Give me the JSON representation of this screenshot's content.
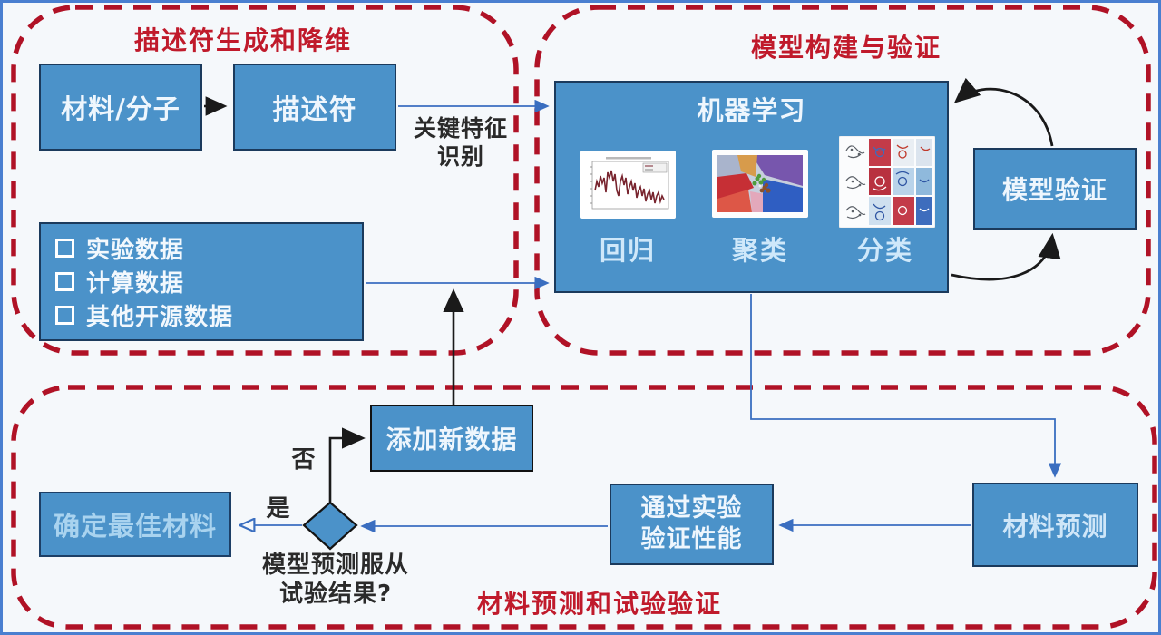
{
  "colors": {
    "box_fill": "#4b92c9",
    "box_border": "#1b3a5c",
    "dashed_border_red": "#b01226",
    "panel_title_red": "#c01a2b",
    "connector_blue": "#3a6ec0",
    "connector_black": "#1a1a1a",
    "frame_blue": "#4a7fd0",
    "background": "#f5f8fb"
  },
  "panels": {
    "descriptor": {
      "title": "描述符生成和降维"
    },
    "model": {
      "title": "模型构建与验证"
    },
    "experiment": {
      "title": "材料预测和试验验证"
    }
  },
  "nodes": {
    "material": {
      "label": "材料/分子"
    },
    "descriptor": {
      "label": "描述符"
    },
    "datasets": {
      "items": [
        {
          "label": "实验数据"
        },
        {
          "label": "计算数据"
        },
        {
          "label": "其他开源数据"
        }
      ]
    },
    "ml": {
      "title": "机器学习",
      "methods": [
        {
          "label": "回归"
        },
        {
          "label": "聚类"
        },
        {
          "label": "分类"
        }
      ]
    },
    "model_validation": {
      "label": "模型验证"
    },
    "add_new_data": {
      "label": "添加新数据"
    },
    "best_material": {
      "label": "确定最佳材料"
    },
    "experimental_verify": {
      "line1": "通过实验",
      "line2": "验证性能"
    },
    "material_prediction": {
      "label": "材料预测"
    }
  },
  "labels": {
    "key_feature_line1": "关键特征",
    "key_feature_line2": "识别",
    "no": "否",
    "yes": "是",
    "question_line1": "模型预测服从",
    "question_line2": "试验结果?"
  }
}
